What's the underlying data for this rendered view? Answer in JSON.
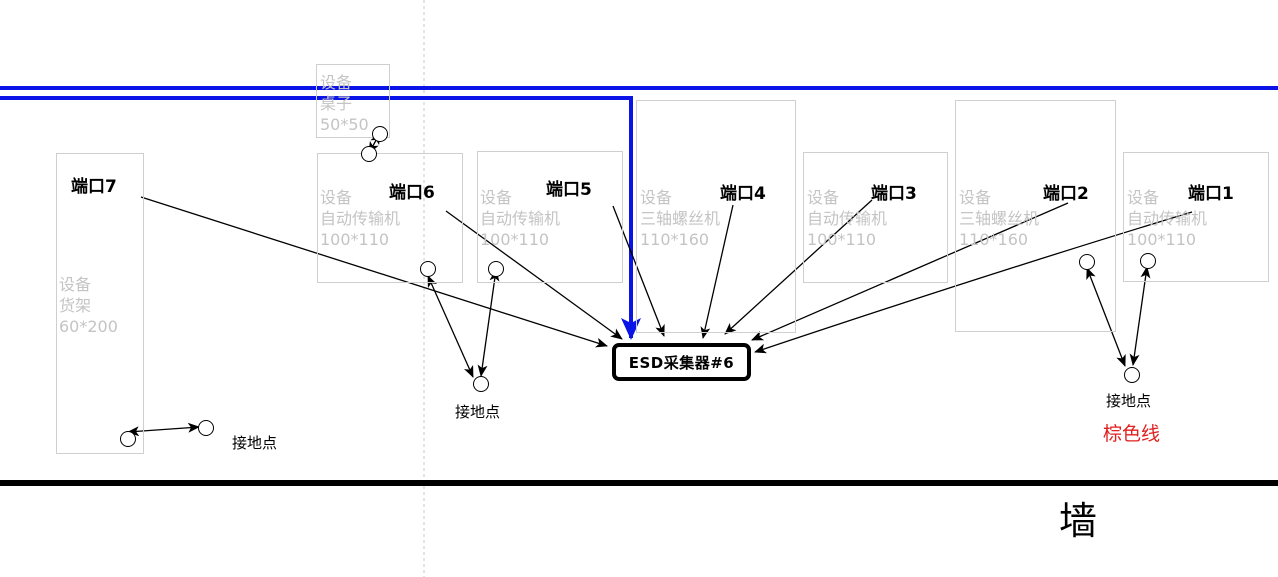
{
  "colors": {
    "blue_line": "#0a14e6",
    "wall": "#000000",
    "equipment_border": "#cfcfcf",
    "equipment_text": "#c4c4c4",
    "brown_wire_label": "#e02020"
  },
  "equipment": [
    {
      "id": "table",
      "l1": "设备",
      "l2": "桌子",
      "l3": "50*50"
    },
    {
      "id": "rack",
      "l1": "设备",
      "l2": "货架",
      "l3": "60*200"
    },
    {
      "id": "conv6",
      "l1": "设备",
      "l2": "自动传输机",
      "l3": "100*110"
    },
    {
      "id": "conv5",
      "l1": "设备",
      "l2": "自动传输机",
      "l3": "100*110"
    },
    {
      "id": "screw4",
      "l1": "设备",
      "l2": "三轴螺丝机",
      "l3": "110*160"
    },
    {
      "id": "conv3",
      "l1": "设备",
      "l2": "自动传输机",
      "l3": "100*110"
    },
    {
      "id": "screw2",
      "l1": "设备",
      "l2": "三轴螺丝机",
      "l3": "110*160"
    },
    {
      "id": "conv1",
      "l1": "设备",
      "l2": "自动传输机",
      "l3": "100*110"
    }
  ],
  "ports": [
    "端口7",
    "端口6",
    "端口5",
    "端口4",
    "端口3",
    "端口2",
    "端口1"
  ],
  "collector_label": "ESD采集器#6",
  "ground_labels": [
    "接地点",
    "接地点",
    "接地点"
  ],
  "brown_wire_label": "棕色线",
  "wall_label": "墙"
}
